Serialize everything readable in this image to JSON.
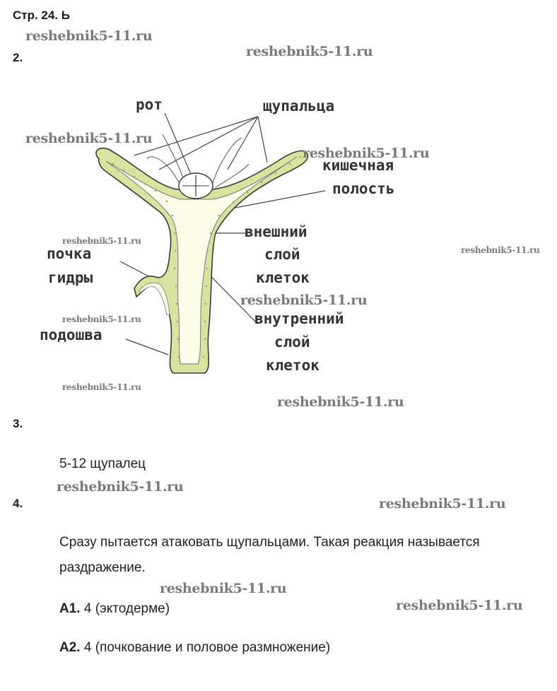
{
  "header": {
    "title": "Стр. 24. Ь"
  },
  "sections": {
    "s2": "2.",
    "s3": "3.",
    "s4": "4."
  },
  "watermark": "reshebnik5-11.ru",
  "diagram": {
    "labels": {
      "mouth": "рот",
      "tentacles": "щупальца",
      "gut_line1": "кишечная",
      "gut_line2": "полость",
      "outer_line1": "внешний",
      "outer_line2": "слой",
      "outer_line3": "клеток",
      "bud_line1": "почка",
      "bud_line2": "гидры",
      "inner_line1": "внутренний",
      "inner_line2": "слой",
      "inner_line3": "клеток",
      "sole": "подошва"
    }
  },
  "answers": {
    "a3": "5-12 щупалец",
    "a4_line1": "Сразу пытается атаковать щупальцами. Такая реакция называется",
    "a4_line2": "раздражение.",
    "a1_label": "А1.",
    "a1_text": " 4 (эктодерме)",
    "a2_label": "А2.",
    "a2_text": " 4 (почкование и половое размножение)"
  },
  "colors": {
    "ectoderm": "#d9e3a0",
    "outline": "#3a3a3a",
    "cavity": "#fbfbe9"
  }
}
